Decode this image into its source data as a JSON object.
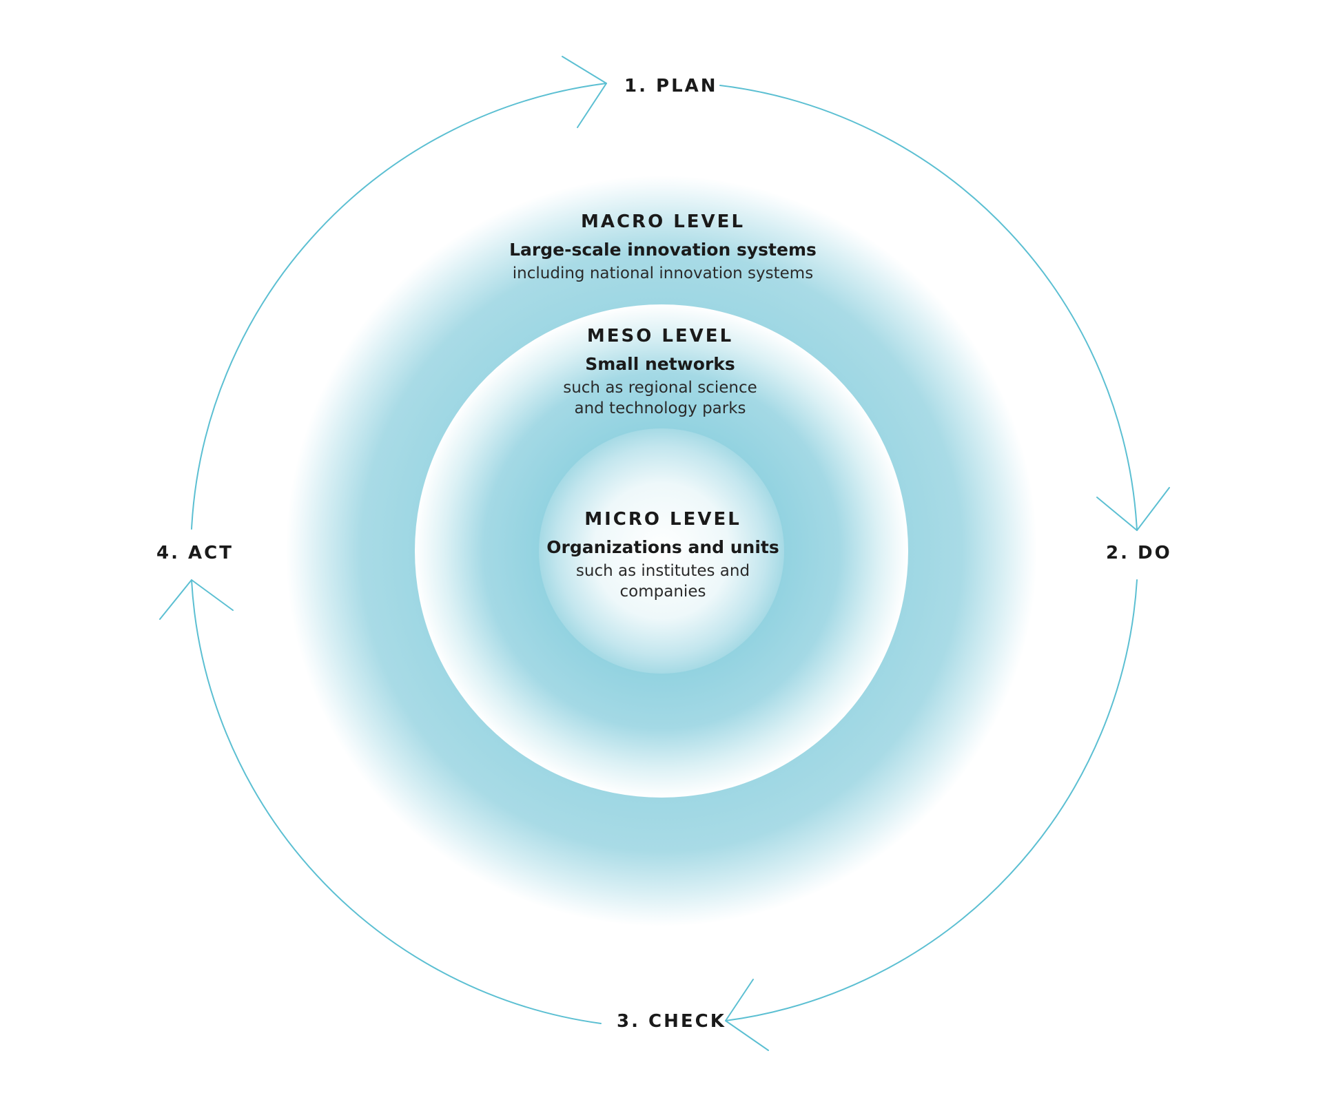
{
  "cycle": {
    "color": "#5bbfd2",
    "steps": [
      {
        "label": "1. PLAN"
      },
      {
        "label": "2. DO"
      },
      {
        "label": "3. CHECK"
      },
      {
        "label": "4. ACT"
      }
    ]
  },
  "levels": {
    "fill_color": "#9fd6e2",
    "macro": {
      "title": "MACRO LEVEL",
      "heading": "Large-scale innovation systems",
      "description": "including national innovation systems"
    },
    "meso": {
      "title": "MESO LEVEL",
      "heading": "Small networks",
      "description_lines": [
        "such as regional science",
        "and technology parks"
      ]
    },
    "micro": {
      "title": "MICRO LEVEL",
      "heading": "Organizations and units",
      "description_lines": [
        "such as institutes and",
        "companies"
      ]
    }
  }
}
